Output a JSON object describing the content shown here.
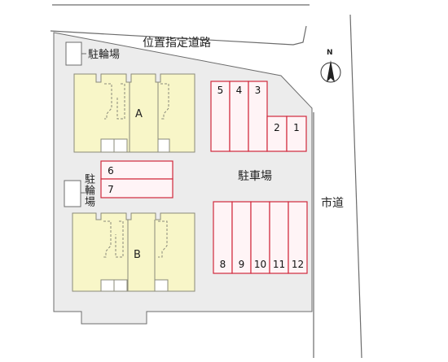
{
  "labels": {
    "road_top": "位置指定道路",
    "bike_top": "駐輪場",
    "bike_left": "駐輪場",
    "parking": "駐車場",
    "city_road": "市道",
    "north": "N"
  },
  "buildings": [
    {
      "name": "A"
    },
    {
      "name": "B"
    }
  ],
  "parking_spaces": {
    "top_row_tall": [
      "5",
      "4",
      "3"
    ],
    "top_row_short": [
      "2",
      "1"
    ],
    "middle": [
      "6",
      "7"
    ],
    "bottom_row": [
      "8",
      "9",
      "10",
      "11",
      "12"
    ]
  },
  "colors": {
    "lot": "#ececec",
    "building_fill": "#f8f6c8",
    "building_stroke": "#8a8a7a",
    "parking_stroke": "#d0283c",
    "parking_fill": "#fff4f6",
    "road_line": "#6c6c6c"
  }
}
